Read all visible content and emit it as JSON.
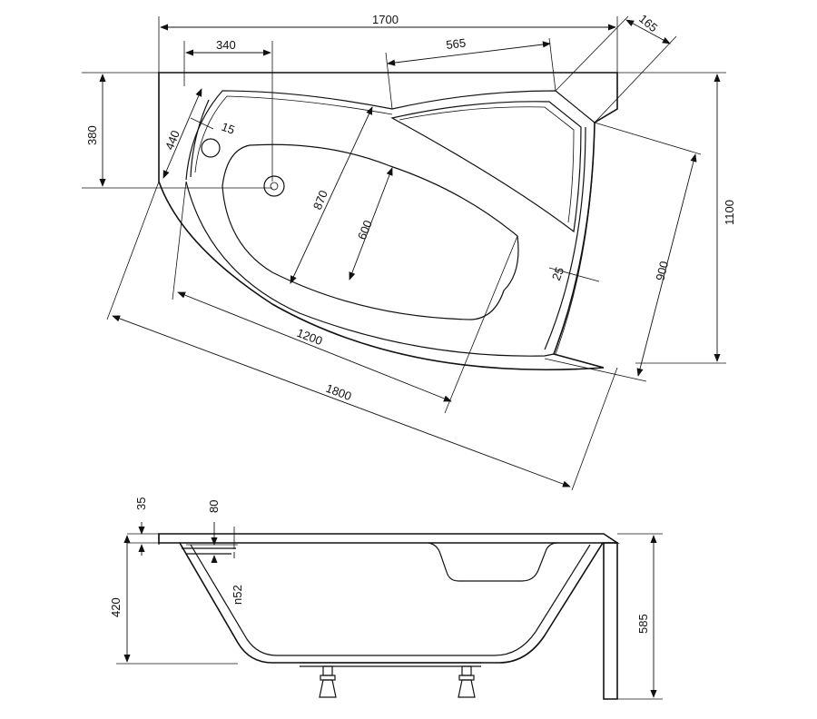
{
  "plan_view": {
    "dims": {
      "overall_length": "1700",
      "drain_offset": "340",
      "backrest_length": "565",
      "corner_chamfer": "165",
      "apron_height": "380",
      "overflow_offset": "440",
      "overflow_diameter": "15",
      "inner_depth_diag": "870",
      "inner_basin_width": "600",
      "rim_width": "25",
      "overall_width": "1100",
      "slanted_width": "900",
      "inner_basin_length": "1200",
      "overall_diagonal_length": "1800"
    }
  },
  "side_view": {
    "dims": {
      "rim_thickness": "35",
      "overflow_height": "80",
      "drain_diameter": "n52",
      "inner_depth": "420",
      "overall_height": "585"
    }
  }
}
